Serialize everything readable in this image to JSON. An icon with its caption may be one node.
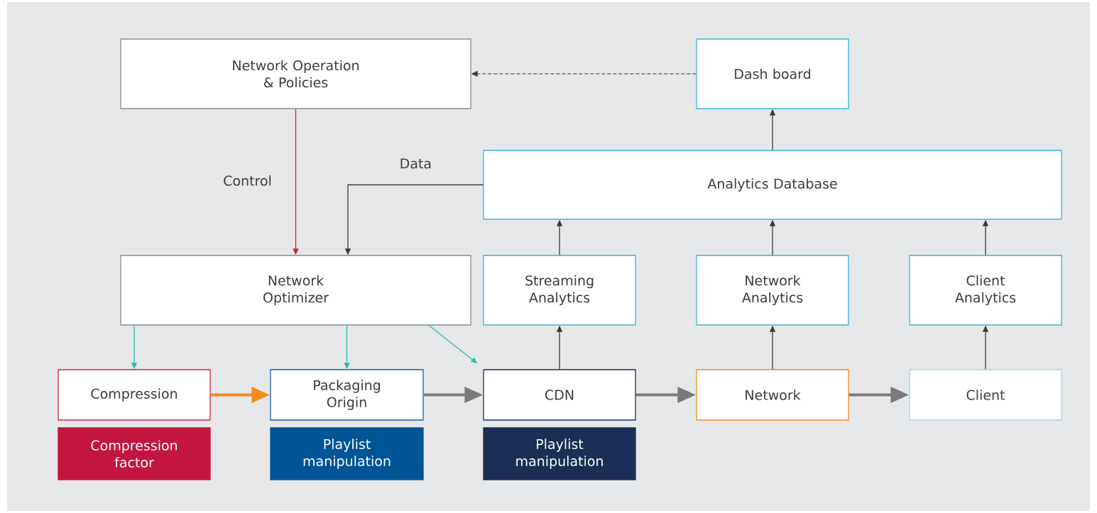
{
  "diagram": {
    "nodes": [
      {
        "text": [
          "Network Operation & Policies"
        ]
      },
      {
        "text": [
          "Dash board"
        ]
      },
      {
        "text": [
          "Analytics Database"
        ]
      },
      {
        "text": [
          "Network Optimizer"
        ]
      },
      {
        "text": [
          "Streaming Analytics"
        ]
      },
      {
        "text": [
          "Network Analytics"
        ]
      },
      {
        "text": [
          "Client Analytics"
        ]
      },
      {
        "text": [
          "Compression"
        ]
      },
      {
        "text": [
          "Packaging Origin"
        ]
      },
      {
        "text": [
          "CDN"
        ]
      },
      {
        "text": [
          "Network"
        ]
      },
      {
        "text": [
          "Client"
        ]
      },
      {
        "text": [
          "Compression factor"
        ]
      },
      {
        "text": [
          "Playlist manipulation"
        ]
      },
      {
        "text": [
          "Playlist manipulation"
        ]
      }
    ],
    "edges": [
      {
        "from": 1,
        "to": 0,
        "arrow": "to",
        "style": "dashed"
      },
      {
        "from": 0,
        "to": 3,
        "arrow": "to",
        "label": "Control",
        "color": "#c8283c"
      },
      {
        "from": 2,
        "to": 3,
        "arrow": "to",
        "label": "Data"
      },
      {
        "from": 3,
        "to": 7,
        "arrow": "to",
        "color": "#2bbfb0"
      },
      {
        "from": 3,
        "to": 8,
        "arrow": "to",
        "color": "#2bbfb0"
      },
      {
        "from": 3,
        "to": 9,
        "arrow": "to",
        "color": "#2bbfb0"
      },
      {
        "from": 7,
        "to": 8,
        "arrow": "to",
        "style": "thick",
        "color": "#f28c1e"
      },
      {
        "from": 8,
        "to": 9,
        "arrow": "to",
        "style": "thick",
        "color": "#7a7a7a"
      },
      {
        "from": 9,
        "to": 10,
        "arrow": "to",
        "style": "thick",
        "color": "#7a7a7a"
      },
      {
        "from": 10,
        "to": 11,
        "arrow": "to",
        "style": "thick",
        "color": "#7a7a7a"
      },
      {
        "from": 9,
        "to": 4,
        "arrow": "to"
      },
      {
        "from": 4,
        "to": 2,
        "arrow": "to"
      },
      {
        "from": 10,
        "to": 5,
        "arrow": "to"
      },
      {
        "from": 5,
        "to": 2,
        "arrow": "to"
      },
      {
        "from": 11,
        "to": 6,
        "arrow": "to"
      },
      {
        "from": 6,
        "to": 2,
        "arrow": "to"
      },
      {
        "from": 2,
        "to": 1,
        "arrow": "to"
      }
    ]
  }
}
